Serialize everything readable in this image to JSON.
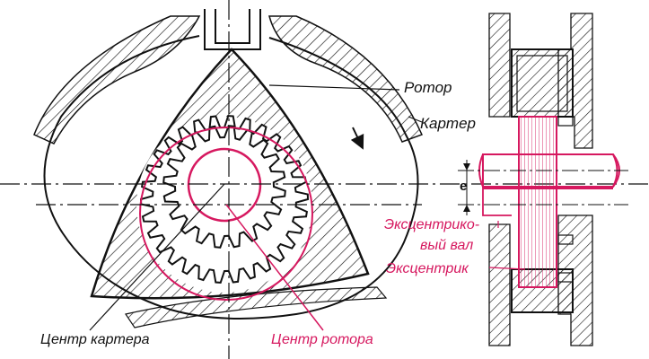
{
  "labels": {
    "rotor": "Ротор",
    "housing": "Картер",
    "eccentric_shaft": "Эксцентрико-\nвый вал",
    "eccentric_shaft_line1": "Эксцентрико-",
    "eccentric_shaft_line2": "вый вал",
    "eccentric": "Эксцентрик",
    "housing_center": "Центр картера",
    "rotor_center": "Центр ротора",
    "offset": "e"
  },
  "colors": {
    "ink": "#111111",
    "accent": "#d6185f",
    "background": "#ffffff"
  }
}
